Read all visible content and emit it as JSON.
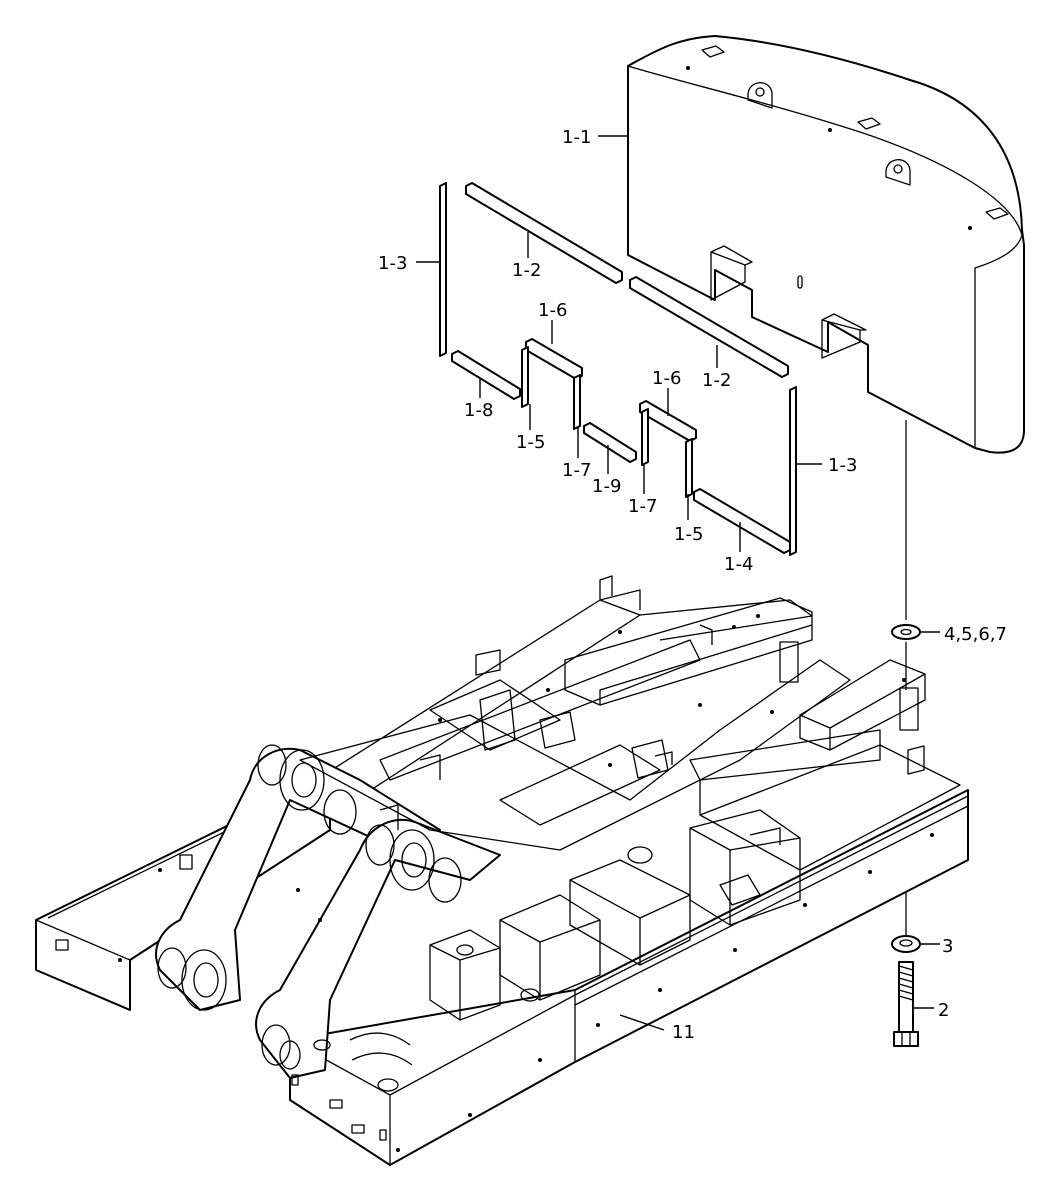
{
  "callouts": [
    {
      "id": "c11",
      "text": "1-1"
    },
    {
      "id": "c12a",
      "text": "1-2"
    },
    {
      "id": "c12b",
      "text": "1-2"
    },
    {
      "id": "c13a",
      "text": "1-3"
    },
    {
      "id": "c13b",
      "text": "1-3"
    },
    {
      "id": "c14",
      "text": "1-4"
    },
    {
      "id": "c15a",
      "text": "1-5"
    },
    {
      "id": "c15b",
      "text": "1-5"
    },
    {
      "id": "c16a",
      "text": "1-6"
    },
    {
      "id": "c16b",
      "text": "1-6"
    },
    {
      "id": "c17a",
      "text": "1-7"
    },
    {
      "id": "c17b",
      "text": "1-7"
    },
    {
      "id": "c18",
      "text": "1-8"
    },
    {
      "id": "c19",
      "text": "1-9"
    },
    {
      "id": "c4567",
      "text": "4,5,6,7"
    },
    {
      "id": "c3",
      "text": "3"
    },
    {
      "id": "c2",
      "text": "2"
    },
    {
      "id": "c11f",
      "text": "11"
    }
  ]
}
